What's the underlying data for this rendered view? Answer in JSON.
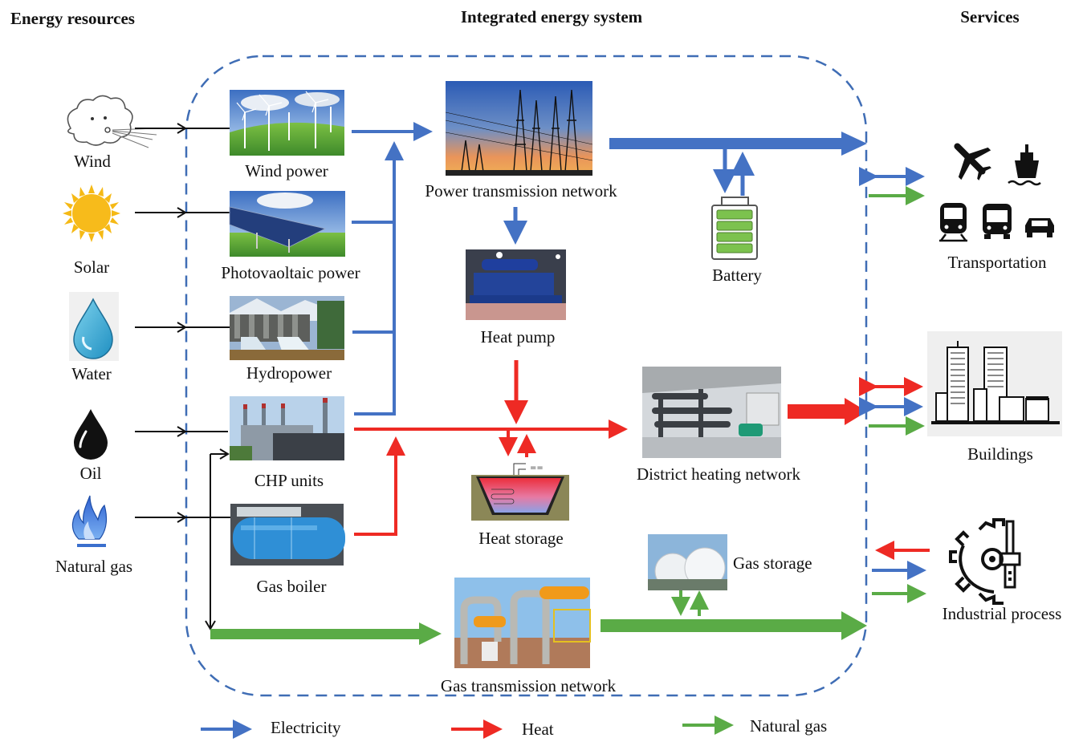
{
  "headings": {
    "resources": "Energy resources",
    "system": "Integrated energy system",
    "services": "Services"
  },
  "resources": [
    {
      "id": "wind",
      "label": "Wind",
      "icon": "wind-cloud-icon"
    },
    {
      "id": "solar",
      "label": "Solar",
      "icon": "sun-icon"
    },
    {
      "id": "water",
      "label": "Water",
      "icon": "water-drop-icon"
    },
    {
      "id": "oil",
      "label": "Oil",
      "icon": "oil-drop-icon"
    },
    {
      "id": "natural-gas",
      "label": "Natural gas",
      "icon": "gas-flame-icon"
    }
  ],
  "converters": [
    {
      "id": "wind-power",
      "label": "Wind power",
      "icon": "wind-turbines-photo"
    },
    {
      "id": "pv-power",
      "label": "Photovaoltaic power",
      "icon": "solar-panel-photo"
    },
    {
      "id": "hydropower",
      "label": "Hydropower",
      "icon": "dam-photo"
    },
    {
      "id": "chp",
      "label": "CHP units",
      "icon": "power-plant-photo"
    },
    {
      "id": "gas-boiler",
      "label": "Gas boiler",
      "icon": "boiler-photo"
    }
  ],
  "networks": {
    "power": "Power transmission network",
    "heat_pump": "Heat pump",
    "heat_storage": "Heat storage",
    "district_heating": "District heating network",
    "gas_storage": "Gas storage",
    "gas": "Gas transmission network",
    "battery": "Battery"
  },
  "services": [
    {
      "id": "transportation",
      "label": "Transportation",
      "flows": [
        "electricity-bidirectional",
        "natural-gas-in"
      ]
    },
    {
      "id": "buildings",
      "label": "Buildings",
      "flows": [
        "heat-bidirectional",
        "electricity-bidirectional",
        "natural-gas-in"
      ]
    },
    {
      "id": "industrial",
      "label": "Industrial process",
      "flows": [
        "heat-out",
        "electricity-in",
        "natural-gas-in"
      ]
    }
  ],
  "legend": [
    {
      "label": "Electricity",
      "color": "#4472c4"
    },
    {
      "label": "Heat",
      "color": "#ee2a24"
    },
    {
      "label": "Natural gas",
      "color": "#5aab46"
    }
  ],
  "colors": {
    "electricity": "#4472c4",
    "heat": "#ee2a24",
    "gas": "#5aab46",
    "boundary": "#3f6db5",
    "battery_cell": "#7cc24e"
  }
}
